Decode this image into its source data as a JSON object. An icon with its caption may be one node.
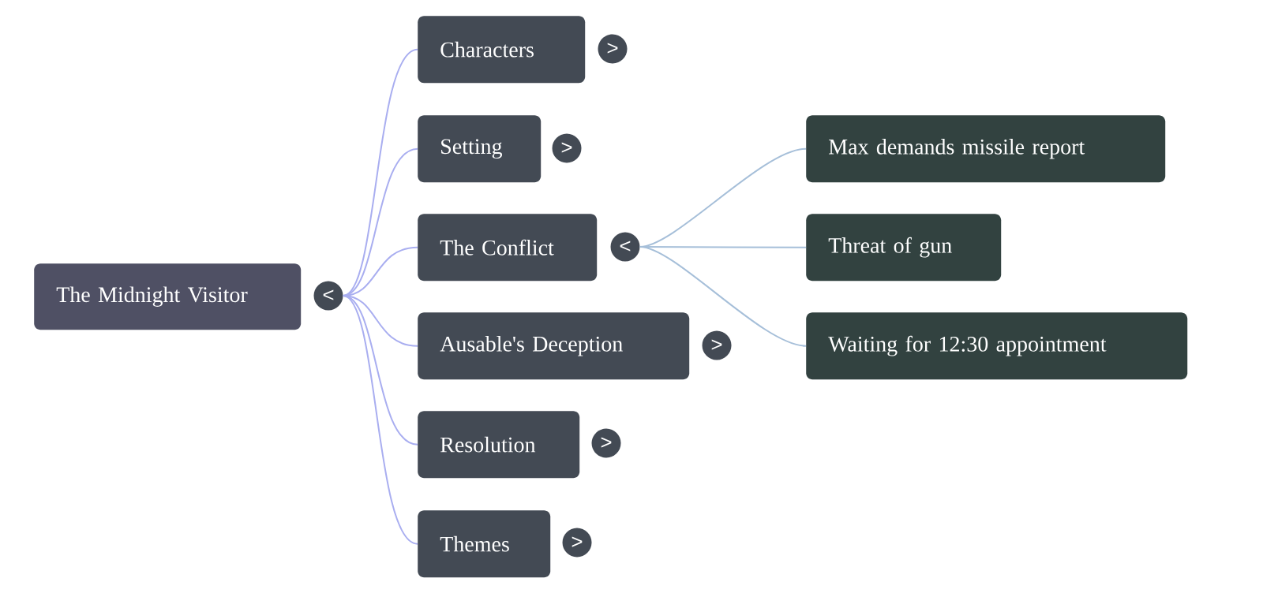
{
  "diagram": {
    "nodes": [
      {
        "text": [
          "The Midnight Visitor"
        ]
      },
      {
        "text": [
          "<"
        ]
      },
      {
        "text": [
          "Characters"
        ]
      },
      {
        "text": [
          ">"
        ]
      },
      {
        "text": [
          "Setting"
        ]
      },
      {
        "text": [
          ">"
        ]
      },
      {
        "text": [
          "The Conflict"
        ]
      },
      {
        "text": [
          "<"
        ]
      },
      {
        "text": [
          "Ausable's Deception"
        ]
      },
      {
        "text": [
          ">"
        ]
      },
      {
        "text": [
          "Resolution"
        ]
      },
      {
        "text": [
          ">"
        ]
      },
      {
        "text": [
          "Themes"
        ]
      },
      {
        "text": [
          ">"
        ]
      },
      {
        "text": [
          "Max demands missile report"
        ]
      },
      {
        "text": [
          "Threat of gun"
        ]
      },
      {
        "text": [
          "Waiting for 12:30 appointment"
        ]
      }
    ],
    "edges": [
      {
        "from": 1,
        "to": 2,
        "arrow": "none"
      },
      {
        "from": 1,
        "to": 4,
        "arrow": "none"
      },
      {
        "from": 1,
        "to": 6,
        "arrow": "none"
      },
      {
        "from": 1,
        "to": 8,
        "arrow": "none"
      },
      {
        "from": 1,
        "to": 10,
        "arrow": "none"
      },
      {
        "from": 1,
        "to": 12,
        "arrow": "none"
      },
      {
        "from": 7,
        "to": 14,
        "arrow": "none",
        "color": "#a6bfd9"
      },
      {
        "from": 7,
        "to": 15,
        "arrow": "none",
        "color": "#a6bfd9"
      },
      {
        "from": 7,
        "to": 16,
        "arrow": "none",
        "color": "#a6bfd9"
      }
    ]
  }
}
